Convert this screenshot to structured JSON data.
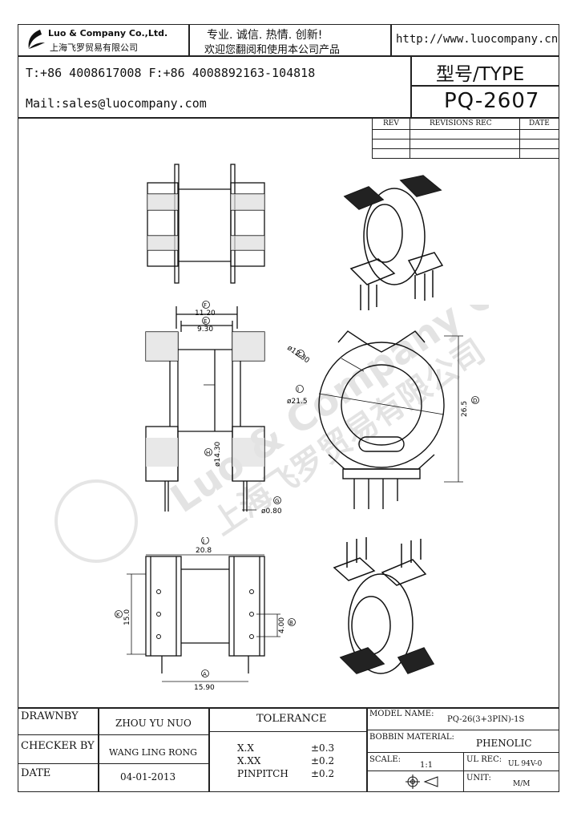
{
  "header": {
    "company_en": "Luo & Company Co.,Ltd.",
    "company_cn": "上海飞罗贸易有限公司",
    "slogan1": "专业. 诚信.  热情.  创新!",
    "slogan2": "欢迎您翻阅和使用本公司产品",
    "website": "http://www.luocompany.cn",
    "phone": "T:+86 4008617008 F:+86 4008892163-104818",
    "mail": "Mail:sales@luocompany.com",
    "type_label": "型号/TYPE",
    "type_value": "PQ-2607"
  },
  "revisions": {
    "col_rev": "REV",
    "col_rec": "REVISIONS REC",
    "col_date": "DATE"
  },
  "drawing": {
    "dims": {
      "f": "F",
      "f_val": "11.20",
      "e": "E",
      "e_val": "9.30",
      "c_dia": "C",
      "c_dia_val": "ø12.30",
      "i": "I",
      "i_val": "ø21.5",
      "d": "D",
      "d_val": "26.5",
      "h": "H",
      "h_val": "ø14.30",
      "g": "G",
      "g_val": "ø0.80",
      "j": "J",
      "j_val": "20.8",
      "k": "K",
      "k_val": "15.0",
      "b": "B",
      "b_val": "4.00",
      "a": "A",
      "a_val": "15.90"
    },
    "watermark": "Luo & Company Co.,Ltd.",
    "watermark_cn": "上海飞罗贸易有限公司"
  },
  "title_block": {
    "drawnby_label": "DRAWNBY",
    "drawnby_value": "ZHOU YU NUO",
    "checker_label": "CHECKER BY",
    "checker_value": "WANG LING RONG",
    "date_label": "DATE",
    "date_value": "04-01-2013",
    "tolerance_label": "TOLERANCE",
    "tol_rows": [
      {
        "name": "X.X",
        "value": "±0.3"
      },
      {
        "name": "X.XX",
        "value": "±0.2"
      },
      {
        "name": "PINPITCH",
        "value": "±0.2"
      }
    ],
    "model_label": "MODEL NAME:",
    "model_value": "PQ-26(3+3PIN)-1S",
    "bobbin_label": "BOBBIN MATERIAL:",
    "bobbin_value": "PHENOLIC",
    "scale_label": "SCALE:",
    "scale_value": "1:1",
    "ul_label": "UL REC:",
    "ul_value": "UL 94V-0",
    "unit_label": "UNIT:",
    "unit_value": "M/M"
  }
}
